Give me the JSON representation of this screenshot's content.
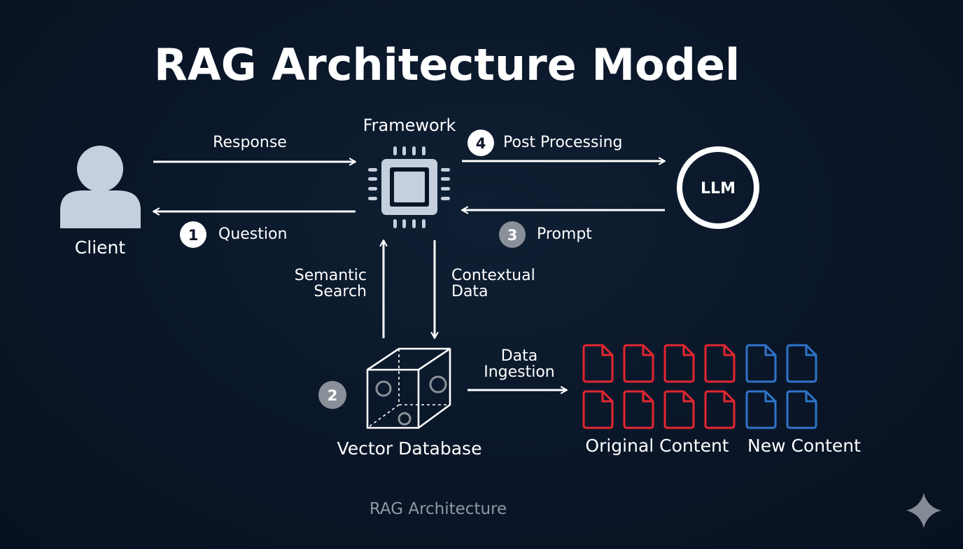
{
  "title": "RAG Architecture Model",
  "caption": "RAG Architecture",
  "colors": {
    "background": "#0a1628",
    "icon_fill": "#c5cfdd",
    "original_doc": "#e3262f",
    "new_doc": "#2f74c9",
    "badge_white": "#ffffff",
    "badge_gray": "#8a9099"
  },
  "nodes": {
    "client": {
      "label": "Client",
      "icon": "user-icon"
    },
    "framework": {
      "label": "Framework",
      "icon": "chip-icon"
    },
    "llm": {
      "label": "LLM",
      "icon": "circle"
    },
    "vector_db": {
      "label": "Vector Database",
      "icon": "cube-icon"
    },
    "original_content": {
      "label": "Original Content",
      "icon": "document-icon",
      "count": 8
    },
    "new_content": {
      "label": "New Content",
      "icon": "document-icon",
      "count": 4
    }
  },
  "edges": {
    "response": {
      "label": "Response"
    },
    "question": {
      "label": "Question",
      "step": "1"
    },
    "post_processing": {
      "label": "Post Processing",
      "step": "4"
    },
    "prompt": {
      "label": "Prompt",
      "step": "3"
    },
    "semantic_search": {
      "label_line1": "Semantic",
      "label_line2": "Search"
    },
    "contextual_data": {
      "label_line1": "Contextual",
      "label_line2": "Data"
    },
    "data_ingestion": {
      "label_line1": "Data",
      "label_line2": "Ingestion"
    },
    "vector_step": {
      "step": "2"
    }
  }
}
